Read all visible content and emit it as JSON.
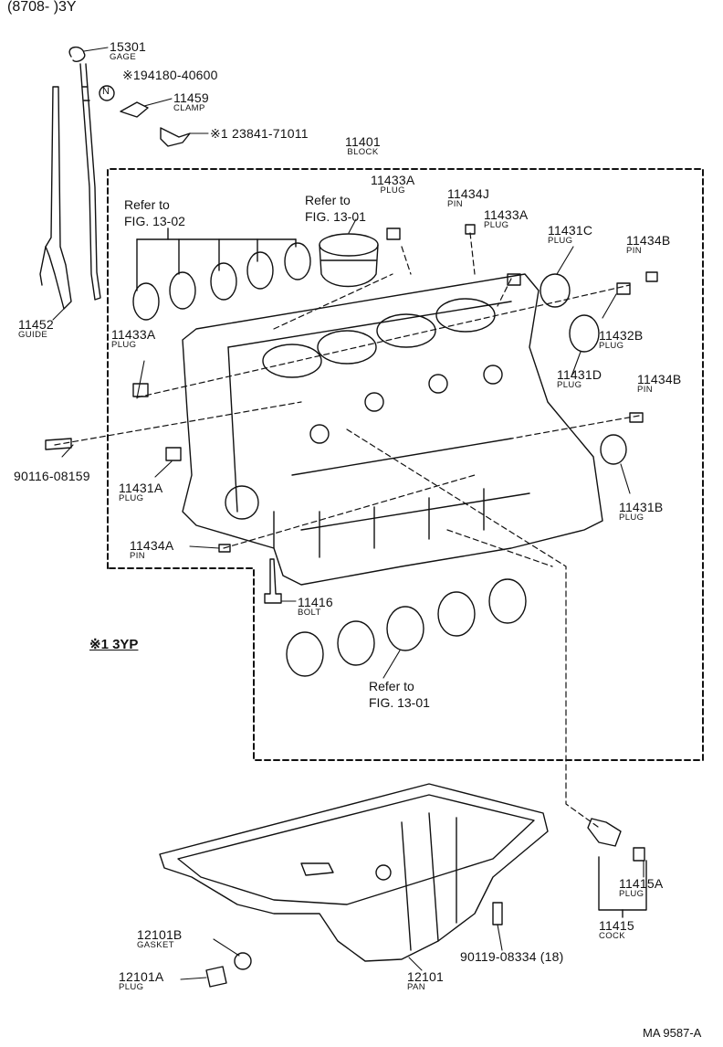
{
  "header": "(8708-        )3Y",
  "footer_code": "MA 9587-A",
  "variant_note": "※1 3YP",
  "parts": [
    {
      "id": "p15301",
      "number": "15301",
      "name": "GAGE"
    },
    {
      "id": "p194180",
      "number": "※194180-40600",
      "name": ""
    },
    {
      "id": "p11459",
      "number": "11459",
      "name": "CLAMP"
    },
    {
      "id": "p23841",
      "number": "※1 23841-71011",
      "name": ""
    },
    {
      "id": "p11401",
      "number": "11401",
      "name": "BLOCK"
    },
    {
      "id": "p11433A_top",
      "number": "11433A",
      "name": "PLUG"
    },
    {
      "id": "p11434J",
      "number": "11434J",
      "name": "PIN"
    },
    {
      "id": "p11433A_mid",
      "number": "11433A",
      "name": "PLUG"
    },
    {
      "id": "p11431C",
      "number": "11431C",
      "name": "PLUG"
    },
    {
      "id": "p11434B_top",
      "number": "11434B",
      "name": "PIN"
    },
    {
      "id": "p11432B",
      "number": "11432B",
      "name": "PLUG"
    },
    {
      "id": "p11431D",
      "number": "11431D",
      "name": "PLUG"
    },
    {
      "id": "p11434B_low",
      "number": "11434B",
      "name": "PIN"
    },
    {
      "id": "p11452",
      "number": "11452",
      "name": "GUIDE"
    },
    {
      "id": "p11433A_left",
      "number": "11433A",
      "name": "PLUG"
    },
    {
      "id": "p90116",
      "number": "90116-08159",
      "name": ""
    },
    {
      "id": "p11431A",
      "number": "11431A",
      "name": "PLUG"
    },
    {
      "id": "p11431B",
      "number": "11431B",
      "name": "PLUG"
    },
    {
      "id": "p11434A",
      "number": "11434A",
      "name": "PIN"
    },
    {
      "id": "p11416",
      "number": "11416",
      "name": "BOLT"
    },
    {
      "id": "p11415A",
      "number": "11415A",
      "name": "PLUG"
    },
    {
      "id": "p11415",
      "number": "11415",
      "name": "COCK"
    },
    {
      "id": "p12101B",
      "number": "12101B",
      "name": "GASKET"
    },
    {
      "id": "p90119",
      "number": "90119-08334 (18)",
      "name": ""
    },
    {
      "id": "p12101",
      "number": "12101",
      "name": "PAN"
    },
    {
      "id": "p12101A",
      "number": "12101A",
      "name": "PLUG"
    }
  ],
  "refs": [
    {
      "id": "ref1302",
      "text": "Refer to\nFIG. 13-02"
    },
    {
      "id": "ref1301a",
      "text": "Refer to\nFIG. 13-01"
    },
    {
      "id": "ref1301b",
      "text": "Refer to\nFIG. 13-01"
    }
  ],
  "n_mark": "N"
}
